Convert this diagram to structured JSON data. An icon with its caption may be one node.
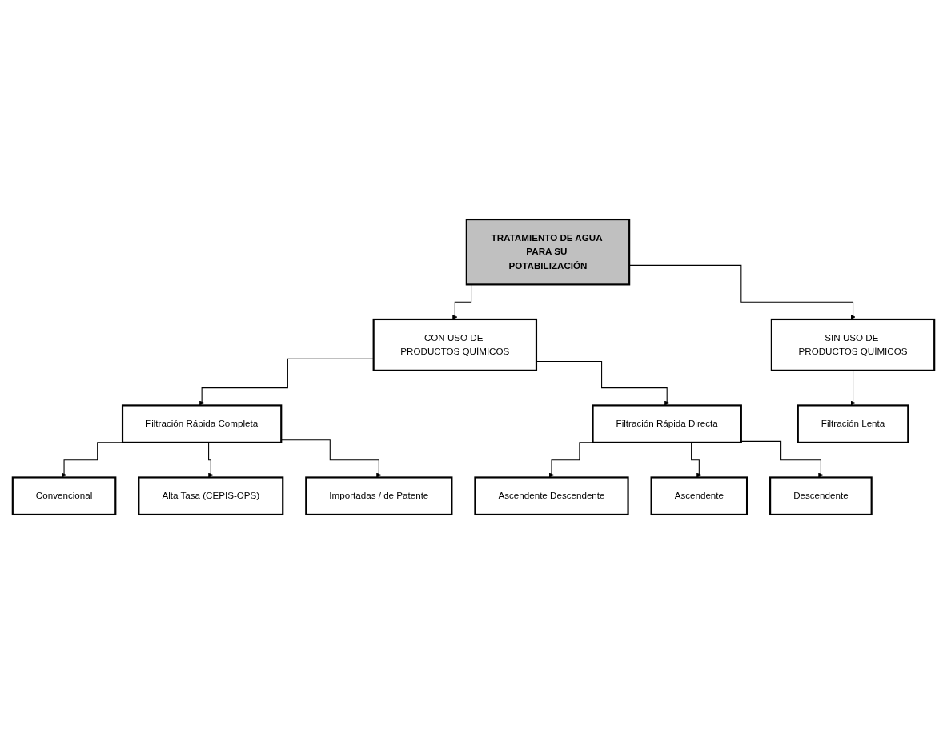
{
  "diagram": {
    "nodes": [
      {
        "text": [
          "TRATAMIENTO DE AGUA PARA SU POTABILIZACIÓN"
        ]
      },
      {
        "text": [
          "CON USO DE PRODUCTOS QUÍMICOS"
        ]
      },
      {
        "text": [
          "SIN USO DE PRODUCTOS QUÍMICOS"
        ]
      },
      {
        "text": [
          "Filtración Rápida Completa"
        ]
      },
      {
        "text": [
          "Filtración Rápida Directa"
        ]
      },
      {
        "text": [
          "Filtración Lenta"
        ]
      },
      {
        "text": [
          "Convencional"
        ]
      },
      {
        "text": [
          "Alta Tasa (CEPIS-OPS)"
        ]
      },
      {
        "text": [
          "Importadas / de Patente"
        ]
      },
      {
        "text": [
          "Ascendente Descendente"
        ]
      },
      {
        "text": [
          "Ascendente"
        ]
      },
      {
        "text": [
          "Descendente"
        ]
      }
    ],
    "edges": [
      {
        "from": 0,
        "to": 1,
        "arrow": "to"
      },
      {
        "from": 0,
        "to": 2,
        "arrow": "to"
      },
      {
        "from": 1,
        "to": 3,
        "arrow": "to"
      },
      {
        "from": 1,
        "to": 4,
        "arrow": "to"
      },
      {
        "from": 2,
        "to": 5,
        "arrow": "to"
      },
      {
        "from": 3,
        "to": 6,
        "arrow": "to"
      },
      {
        "from": 3,
        "to": 7,
        "arrow": "to"
      },
      {
        "from": 3,
        "to": 8,
        "arrow": "to"
      },
      {
        "from": 4,
        "to": 9,
        "arrow": "to"
      },
      {
        "from": 4,
        "to": 10,
        "arrow": "to"
      },
      {
        "from": 4,
        "to": 11,
        "arrow": "to"
      }
    ]
  }
}
